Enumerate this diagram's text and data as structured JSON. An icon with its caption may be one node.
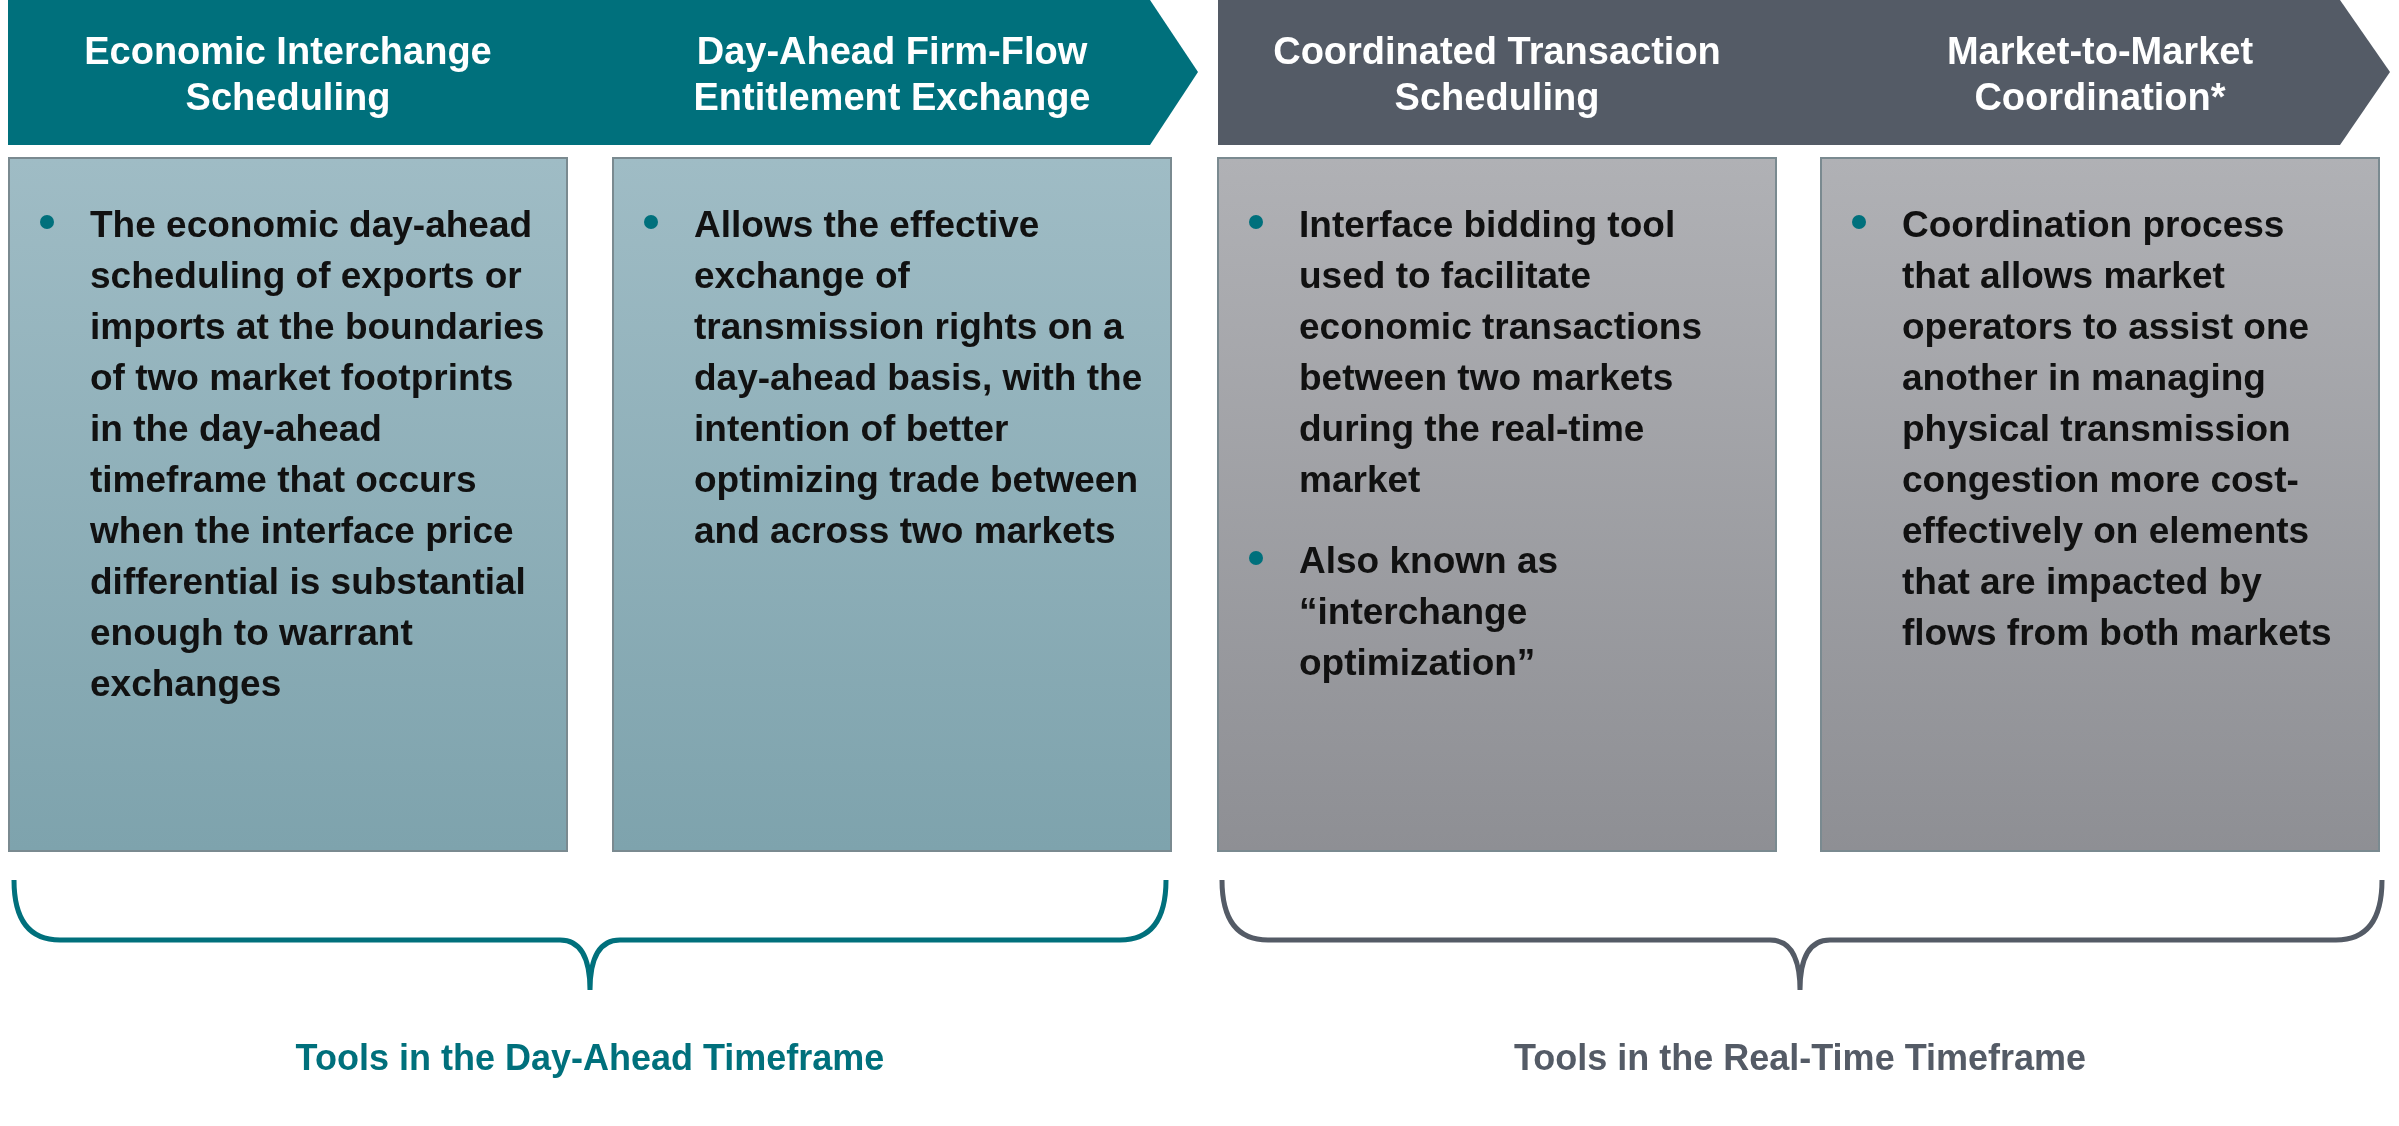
{
  "diagram": {
    "nodes": [
      {
        "text": [
          "Economic Interchange Scheduling",
          "The economic day-ahead scheduling of exports or imports at the boundaries of two market footprints in the day-ahead timeframe that occurs when the interface price differential is substantial enough to warrant exchanges"
        ]
      },
      {
        "text": [
          "Day-Ahead Firm-Flow Entitlement Exchange",
          "Allows the effective exchange of transmission rights on a day-ahead basis, with the intention of better optimizing trade between and across two markets"
        ]
      },
      {
        "text": [
          "Coordinated Transaction Scheduling",
          "Interface bidding tool used to facilitate economic transactions between two markets during the real-time market",
          "Also known as “interchange optimization”"
        ]
      },
      {
        "text": [
          "Market-to-Market Coordination*",
          "Coordination process that allows market operators to assist one another in managing physical transmission congestion more cost-effectively on elements that are impacted by flows from both markets"
        ]
      }
    ],
    "labels": [
      "Tools in the Day-Ahead Timeframe",
      "Tools in the Real-Time Timeframe"
    ]
  }
}
